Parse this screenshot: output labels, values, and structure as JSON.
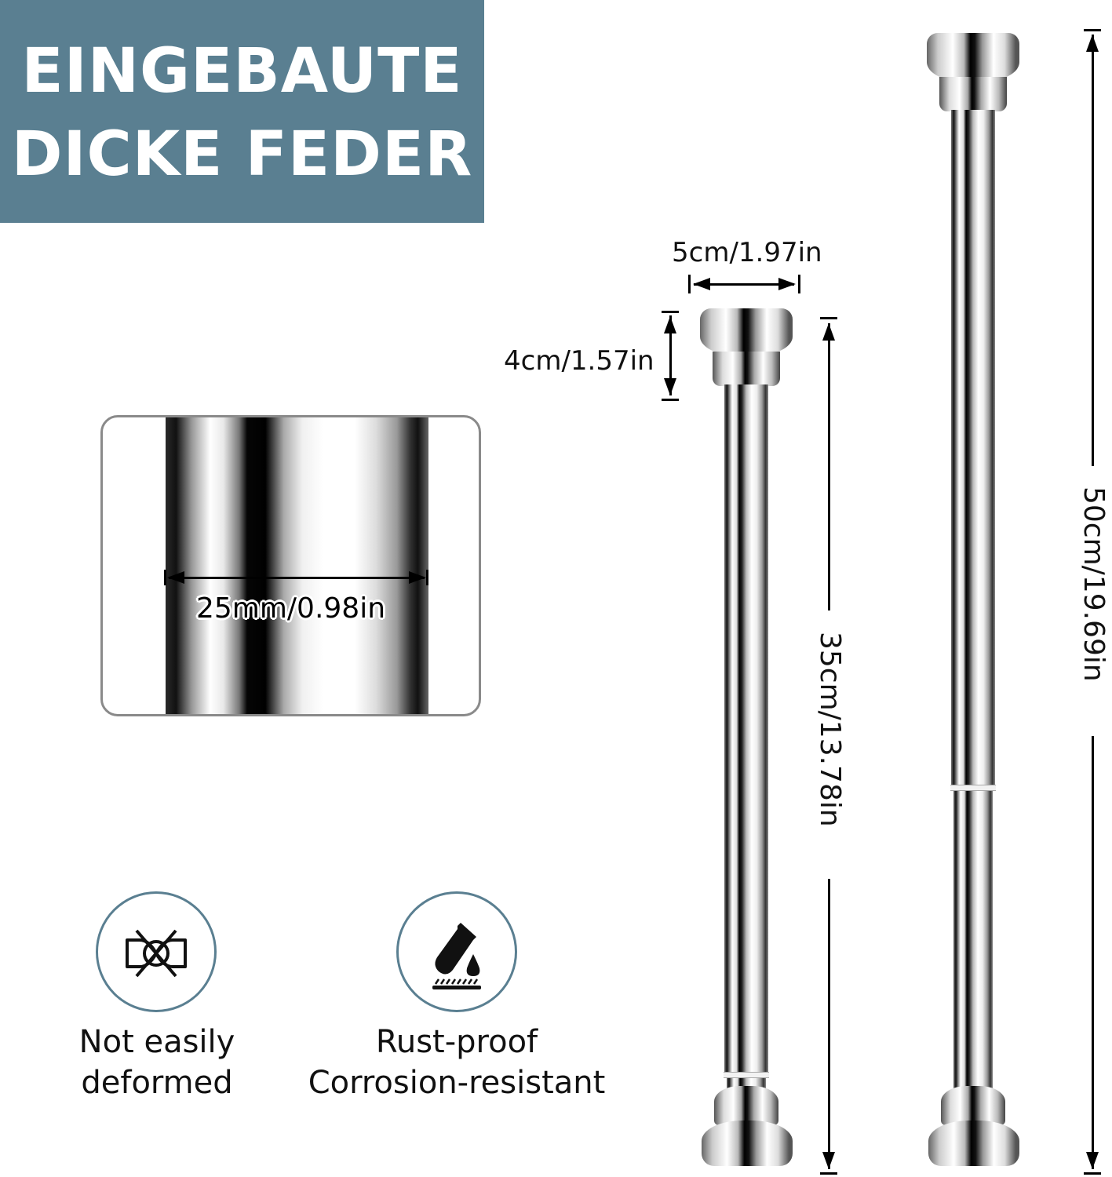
{
  "banner": {
    "line1": "EINGEBAUTE",
    "line2": "DICKE FEDER",
    "background_color": "#5a7f91",
    "text_color": "#ffffff"
  },
  "closeup": {
    "diameter_label": "25mm/0.98in",
    "border_color": "#8a8a8a"
  },
  "dimensions": {
    "cap_width": "5cm/1.97in",
    "cap_height": "4cm/1.57in",
    "short_rod_length": "35cm/13.78in",
    "long_rod_length": "50cm/19.69in"
  },
  "features": [
    {
      "icon": "no-deform-icon",
      "line1": "Not easily",
      "line2": "deformed"
    },
    {
      "icon": "chemical-resistant-icon",
      "line1": "Rust-proof",
      "line2": "Corrosion-resistant"
    }
  ],
  "accent_color": "#5a7f91"
}
